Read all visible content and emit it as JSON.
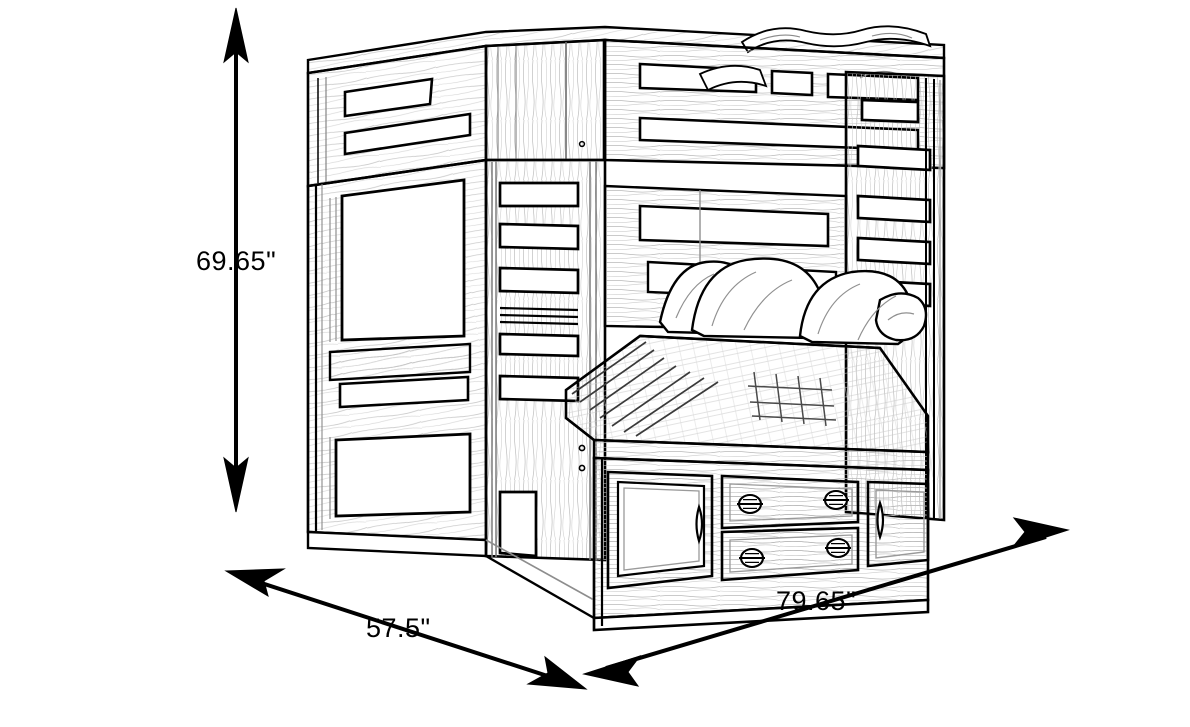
{
  "scene": {
    "title": "Bunk Bed Dimension Diagram",
    "subject": "full-over-full bunk bed with storage drawers",
    "background_color": "#ffffff",
    "line_color": "#000000"
  },
  "dimensions": {
    "height": {
      "value": "69.65\"",
      "axis": "vertical",
      "arrow": "double-headed-vertical",
      "name": "height-dimension"
    },
    "depth": {
      "value": "57.5\"",
      "axis": "diagonal-left",
      "arrow": "double-headed-diagonal",
      "name": "depth-dimension"
    },
    "width": {
      "value": "79.65\"",
      "axis": "diagonal-right",
      "arrow": "double-headed-diagonal",
      "name": "width-dimension"
    }
  },
  "illustration": {
    "parts": [
      "top-bunk-guard-rail",
      "top-bunk-mattress",
      "center-ladder",
      "lower-bunk-mattress",
      "lower-bunk-pillows",
      "lower-bunk-blanket",
      "left-end-panel",
      "right-slat-panel",
      "storage-drawer-left-door",
      "storage-drawer-center-upper",
      "storage-drawer-center-lower",
      "storage-drawer-right-door",
      "corner-posts"
    ],
    "style": "black-and-white-line-art"
  }
}
